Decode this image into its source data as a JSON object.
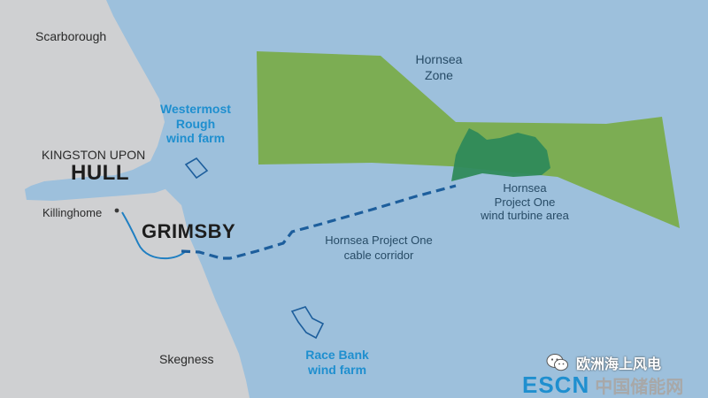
{
  "map": {
    "land_places": {
      "scarborough": "Scarborough",
      "kingston_upon": "KINGSTON UPON",
      "hull": "HULL",
      "killingholme": "Killinghome",
      "grimsby": "GRIMSBY",
      "skegness": "Skegness"
    },
    "wind_farms": {
      "westermost_rough": [
        "Westermost",
        "Rough",
        "wind farm"
      ],
      "race_bank": [
        "Race Bank",
        "wind farm"
      ]
    },
    "zones": {
      "hornsea_zone": [
        "Hornsea",
        "Zone"
      ],
      "hornsea_project_one": [
        "Hornsea",
        "Project One",
        "wind turbine area"
      ]
    },
    "routes": {
      "cable_corridor": [
        "Hornsea Project One",
        "cable corridor"
      ]
    },
    "colors": {
      "sea": "#9dc0dc",
      "land": "#cfd0d2",
      "zone_fill": "#7aab46",
      "project_fill": "#2f8a5a",
      "cable": "#1d5e9c",
      "wind_farm_outline": "#1d5e9c",
      "river": "#1f7fc2",
      "label_blue": "#1f8fcf"
    }
  },
  "watermark": {
    "wechat_account": "欧洲海上风电",
    "brand_latin": "ESCN",
    "brand_cn": "中国储能网"
  }
}
